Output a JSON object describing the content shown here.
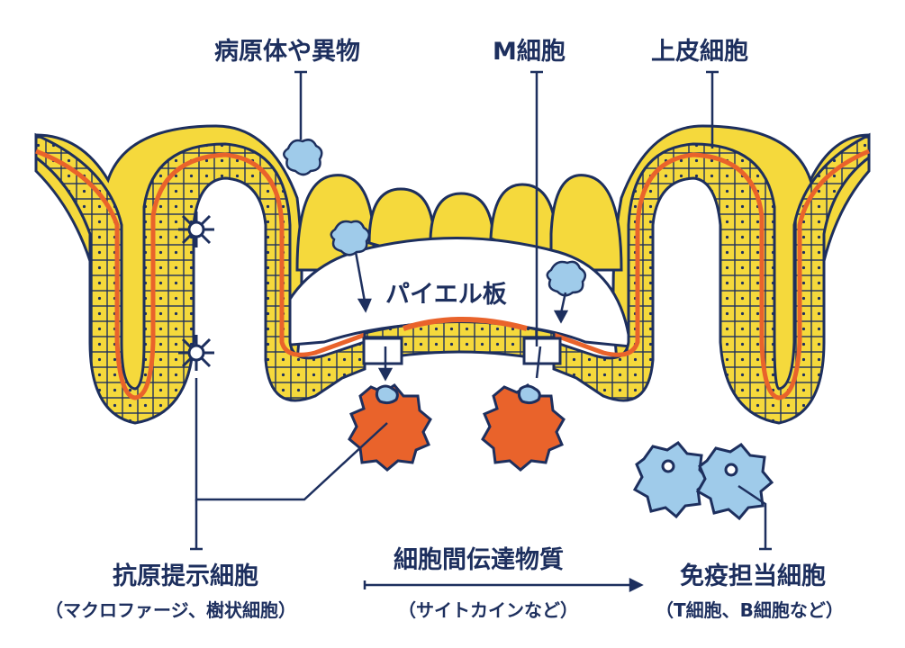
{
  "labels": {
    "pathogen": "病原体や異物",
    "m_cell": "M細胞",
    "epithelial": "上皮細胞",
    "peyer": "パイエル板",
    "apc": "抗原提示細胞",
    "apc_sub": "（マクロファージ、樹状細胞）",
    "mediator": "細胞間伝達物質",
    "mediator_sub": "（サイトカインなど）",
    "immune": "免疫担当細胞",
    "immune_sub": "（T細胞、B細胞など）"
  },
  "colors": {
    "navy": "#1d2f5e",
    "yellow": "#f5d93c",
    "cream": "#fbeaa0",
    "orange": "#e9632b",
    "lightblue": "#9fcbea",
    "white": "#ffffff"
  }
}
